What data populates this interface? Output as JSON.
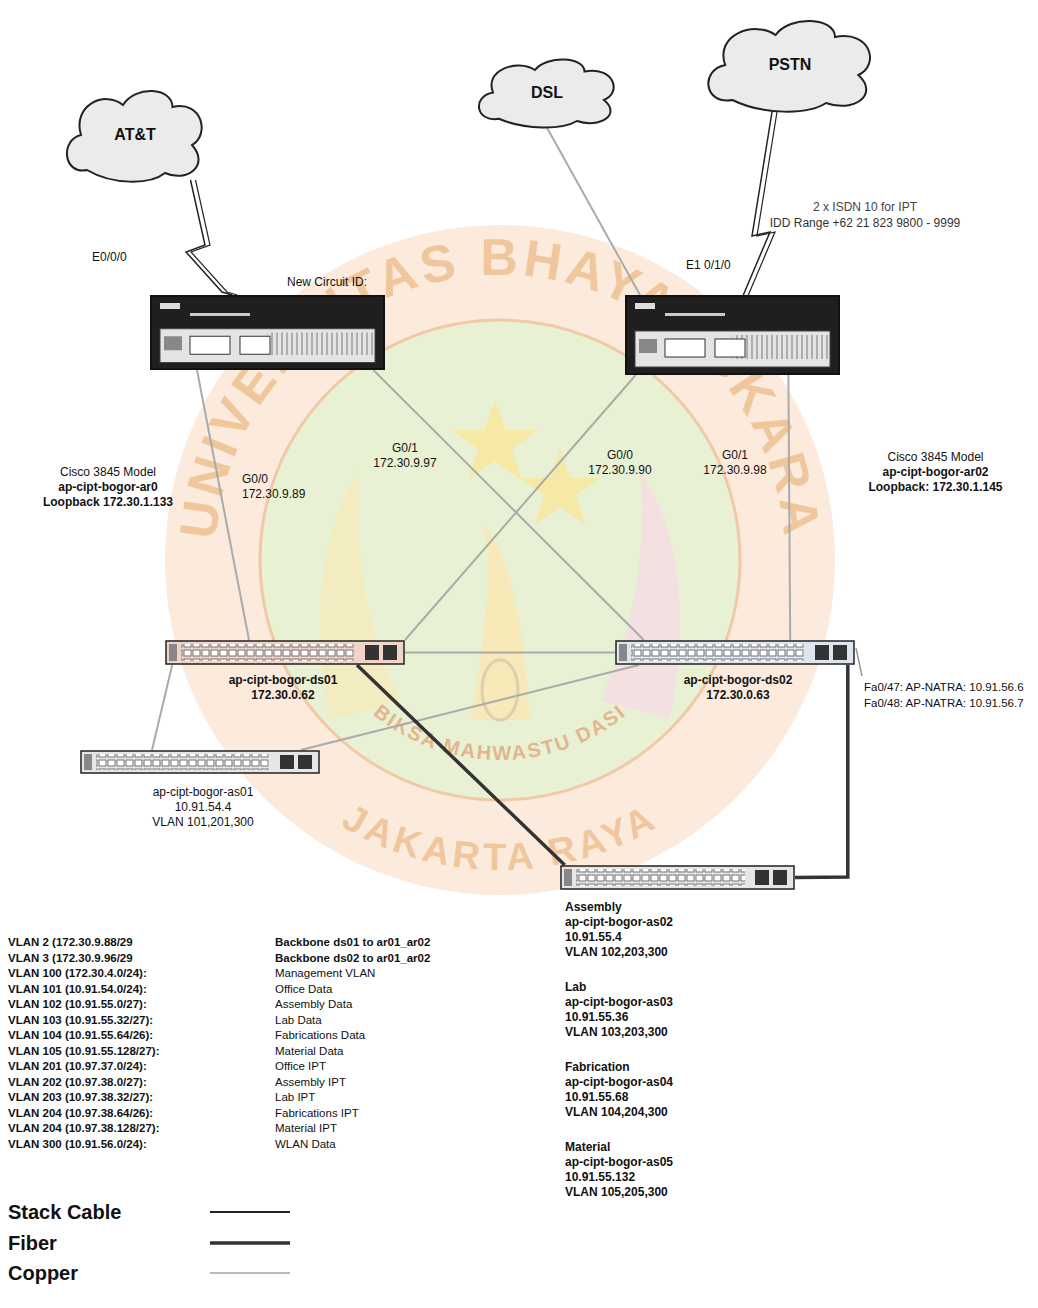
{
  "diagram": {
    "nodes": [
      {
        "text": [
          "AT&T"
        ]
      },
      {
        "text": [
          "DSL"
        ]
      },
      {
        "text": [
          "PSTN"
        ]
      },
      {
        "text": [
          "Cisco 3845 Model",
          "ap-cipt-bogor-ar0",
          "Loopback 172.30.1.133"
        ]
      },
      {
        "text": [
          "Cisco 3845 Model",
          "ap-cipt-bogor-ar02",
          "Loopback: 172.30.1.145"
        ]
      },
      {
        "text": [
          "ap-cipt-bogor-ds01",
          "172.30.0.62"
        ]
      },
      {
        "text": [
          "ap-cipt-bogor-ds02",
          "172.30.0.63"
        ]
      },
      {
        "text": [
          "ap-cipt-bogor-as01",
          "10.91.54.4",
          "VLAN 101,201,300"
        ]
      },
      {
        "text": [
          "Assembly",
          "ap-cipt-bogor-as02",
          "10.91.55.4",
          "VLAN 102,203,300"
        ]
      }
    ],
    "edges": [
      {
        "from": 0,
        "to": 3,
        "arrow": "none"
      },
      {
        "from": 1,
        "to": 4,
        "arrow": "none"
      },
      {
        "from": 2,
        "to": 4,
        "arrow": "none"
      },
      {
        "from": 3,
        "to": 5,
        "arrow": "none"
      },
      {
        "from": 3,
        "to": 6,
        "arrow": "none"
      },
      {
        "from": 4,
        "to": 5,
        "arrow": "none"
      },
      {
        "from": 4,
        "to": 6,
        "arrow": "none"
      },
      {
        "from": 5,
        "to": 6,
        "arrow": "none"
      },
      {
        "from": 5,
        "to": 7,
        "arrow": "none"
      },
      {
        "from": 6,
        "to": 7,
        "arrow": "none"
      },
      {
        "from": 5,
        "to": 8,
        "arrow": "none"
      },
      {
        "from": 6,
        "to": 8,
        "arrow": "none"
      }
    ],
    "labels": [
      "E0/0/0",
      "New Circuit ID:",
      "2 x ISDN 10 for IPT",
      "IDD Range +62 21 823 9800 - 9999",
      "E1 0/1/0",
      "G0/0",
      "172.30.9.89",
      "G0/1",
      "172.30.9.97",
      "G0/0",
      "172.30.9.90",
      "G0/1",
      "172.30.9.98",
      "Fa0/47: AP-NATRA: 10.91.56.6",
      "Fa0/48: AP-NATRA: 10.91.56.7",
      "Lab",
      "ap-cipt-bogor-as03",
      "10.91.55.36",
      "VLAN 103,203,300",
      "Fabrication",
      "ap-cipt-bogor-as04",
      "10.91.55.68",
      "VLAN 104,204,300",
      "Material",
      "ap-cipt-bogor-as05",
      "10.91.55.132",
      "VLAN 105,205,300",
      "VLAN 2 (172.30.9.88/29",
      "Backbone ds01 to ar01_ar02",
      "VLAN 3 (172.30.9.96/29",
      "Backbone ds02 to ar01_ar02",
      "VLAN 100 (172.30.4.0/24):",
      "Management VLAN",
      "VLAN 101 (10.91.54.0/24):",
      "Office Data",
      "VLAN 102 (10.91.55.0/27):",
      "Assembly Data",
      "VLAN 103 (10.91.55.32/27):",
      "Lab Data",
      "VLAN 104 (10.91.55.64/26):",
      "Fabrications Data",
      "VLAN 105 (10.91.55.128/27):",
      "Material Data",
      "VLAN 201 (10.97.37.0/24):",
      "Office IPT",
      "VLAN 202 (10.97.38.0/27):",
      "Assembly IPT",
      "VLAN 203 (10.97.38.32/27):",
      "Lab IPT",
      "VLAN 204 (10.97.38.64/26):",
      "Fabrications IPT",
      "VLAN 204 (10.97.38.128/27):",
      "Material IPT",
      "VLAN 300 (10.91.56.0/24):",
      "WLAN Data",
      "UNIVERSITAS BHAYANGKARA",
      "BIKSA MAHWASTU DASI",
      "JAKARTA RAYA"
    ],
    "legend": [
      {
        "text": "Stack Cable"
      },
      {
        "text": "Fiber"
      },
      {
        "text": "Copper"
      }
    ]
  }
}
